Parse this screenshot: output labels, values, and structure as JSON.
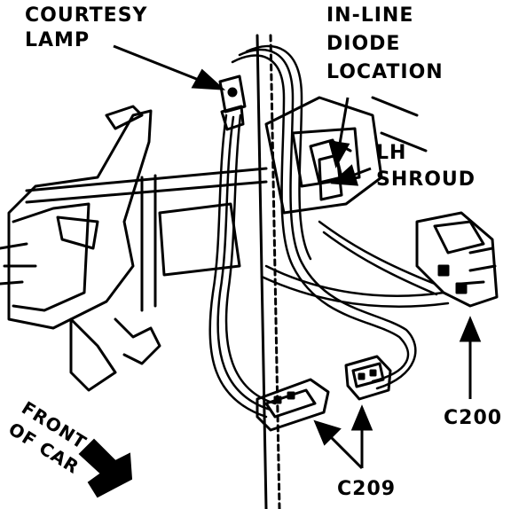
{
  "labels": {
    "courtesy_lamp": "COURTESY LAMP",
    "courtesy_lamp_l1": "COURTESY",
    "courtesy_lamp_l2": "LAMP",
    "diode_l1": "IN-LINE",
    "diode_l2": "DIODE",
    "diode_l3": "LOCATION",
    "shroud_l1": "LH",
    "shroud_l2": "SHROUD",
    "c200": "C200",
    "c209": "C209",
    "front_l1": "FRONT",
    "front_l2": "OF CAR"
  },
  "colors": {
    "ink": "#000000",
    "paper": "#ffffff"
  }
}
